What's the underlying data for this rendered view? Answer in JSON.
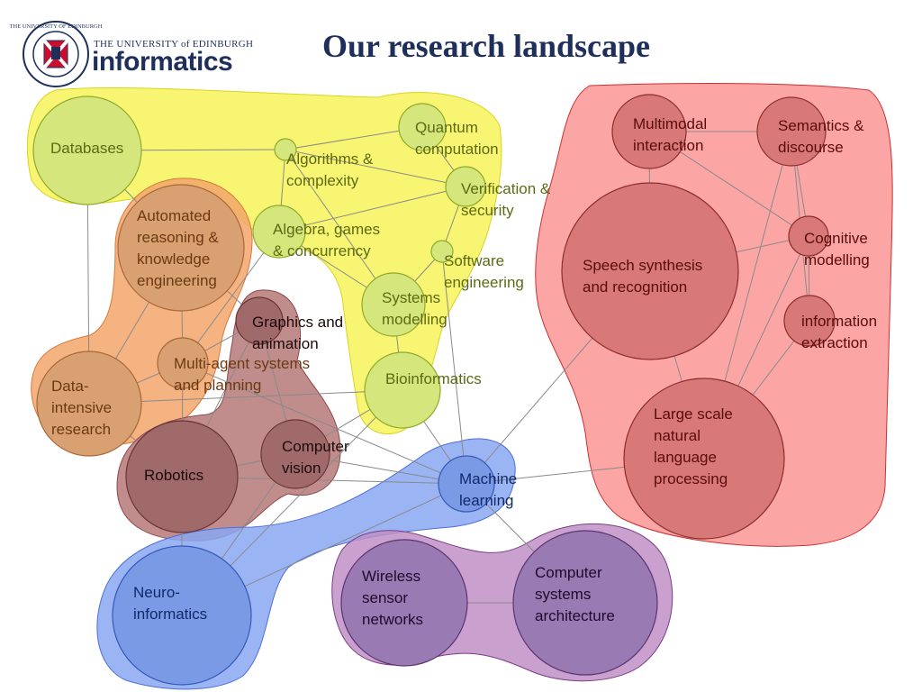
{
  "header": {
    "title": "Our research landscape",
    "logo_university": "THE UNIVERSITY of EDINBURGH",
    "logo_school": "informatics",
    "seal_text": "THE UNIVERSITY OF EDINBURGH"
  },
  "colors": {
    "yellow_group": "#f5f24f",
    "orange_group": "#f2a66a",
    "brown_group": "#b57878",
    "red_group": "#fb8f8f",
    "blue_group": "#8aa7f2",
    "purple_group": "#c08fc6",
    "title": "#1f2f5c"
  },
  "nodes": {
    "databases": "Databases",
    "quantum": "Quantum computation",
    "algorithms": "Algorithms & complexity",
    "verification": "Verification & security",
    "algebra": "Algebra, games & concurrency",
    "software": "Software engineering",
    "systems_modelling": "Systems modelling",
    "bioinformatics": "Bioinformatics",
    "automated_reasoning": "Automated reasoning & knowledge engineering",
    "multi_agent": "Multi-agent systems and planning",
    "data_intensive": "Data-intensive research",
    "graphics": "Graphics and animation",
    "computer_vision": "Computer vision",
    "robotics": "Robotics",
    "machine_learning": "Machine learning",
    "neuro": "Neuro-informatics",
    "wireless": "Wireless sensor networks",
    "computer_systems": "Computer systems architecture",
    "multimodal": "Multimodal interaction",
    "semantics": "Semantics & discourse",
    "cognitive": "Cognitive modelling",
    "speech": "Speech synthesis and recognition",
    "information_extraction": "information extraction",
    "large_scale_nlp": "Large scale natural language processing"
  }
}
